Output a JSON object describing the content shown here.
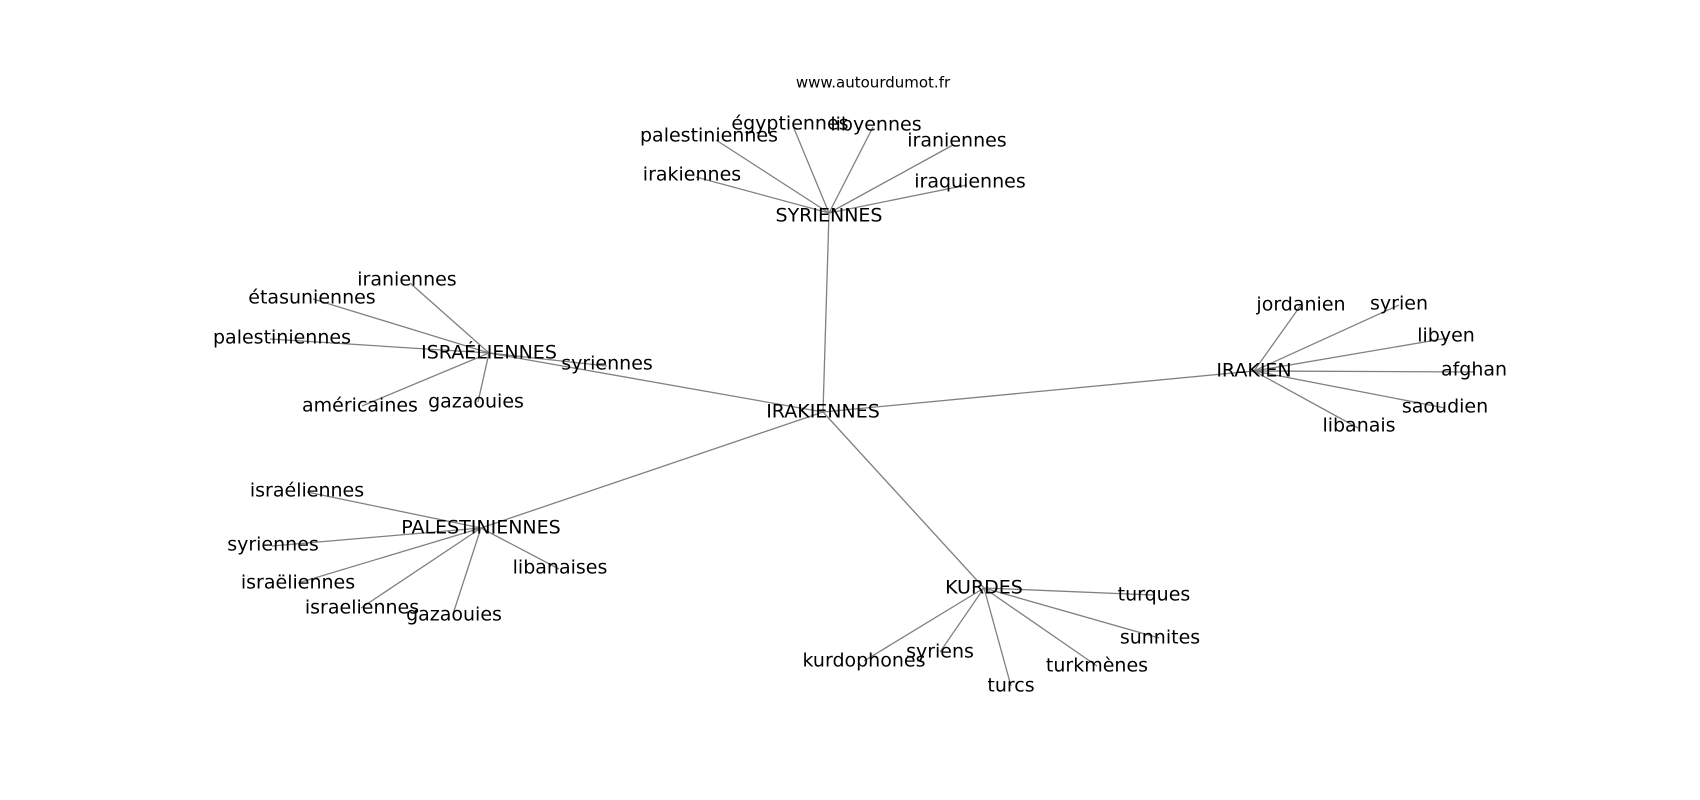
{
  "source": "www.autourdumot.fr",
  "graph": {
    "center": "IRAKIENNES",
    "hubs": [
      {
        "id": "syriennes_hub",
        "label": "SYRIENNES",
        "words": [
          "palestiniennes",
          "égyptiennes",
          "libyennes",
          "iraniennes",
          "irakiennes",
          "iraquiennes"
        ]
      },
      {
        "id": "israeliennes_hub",
        "label": "ISRAÉLIENNES",
        "words": [
          "iraniennes",
          "étasuniennes",
          "palestiniennes",
          "américaines",
          "gazaouies",
          "syriennes"
        ]
      },
      {
        "id": "irakien_hub",
        "label": "IRAKIEN",
        "words": [
          "jordanien",
          "syrien",
          "libyen",
          "afghan",
          "saoudien",
          "libanais"
        ]
      },
      {
        "id": "palestiniennes_hub",
        "label": "PALESTINIENNES",
        "words": [
          "israéliennes",
          "syriennes",
          "israëliennes",
          "israeliennes",
          "gazaouies",
          "libanaises"
        ]
      },
      {
        "id": "kurdes_hub",
        "label": "KURDES",
        "words": [
          "turques",
          "sunnites",
          "turkmènes",
          "turcs",
          "syriens",
          "kurdophones"
        ]
      }
    ]
  }
}
